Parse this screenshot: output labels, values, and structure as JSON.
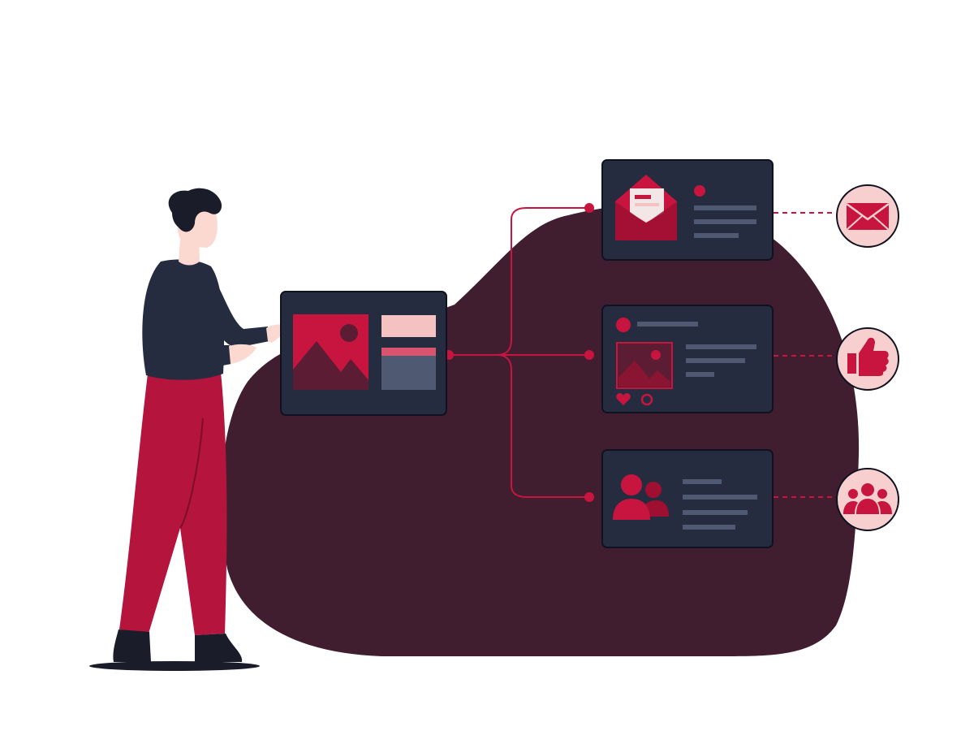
{
  "colors": {
    "background": "#ffffff",
    "blob": "#401e30",
    "card": "#262c3f",
    "card_border": "#0f1220",
    "accent": "#c8153f",
    "accent_dark": "#5c1c33",
    "pink": "#f6c1c1",
    "line_gray": "#4f5a72",
    "circle_fill": "#f7cfcf",
    "skin": "#fbd9d1",
    "hair": "#1b1c2a",
    "shirt": "#262c3f",
    "pants": "#b5143c"
  },
  "illustration": {
    "person": {
      "role": "presenter"
    },
    "source_card": {
      "icons": [
        "image-icon"
      ]
    },
    "channels": [
      {
        "id": "email",
        "card_icon": "open-envelope-icon",
        "badge_icon": "envelope-icon"
      },
      {
        "id": "social",
        "card_icon": "image-post-icon",
        "badge_icon": "thumbs-up-icon",
        "reactions": [
          "heart-icon",
          "comment-circle-icon"
        ]
      },
      {
        "id": "community",
        "card_icon": "users-icon",
        "badge_icon": "group-icon"
      }
    ]
  }
}
